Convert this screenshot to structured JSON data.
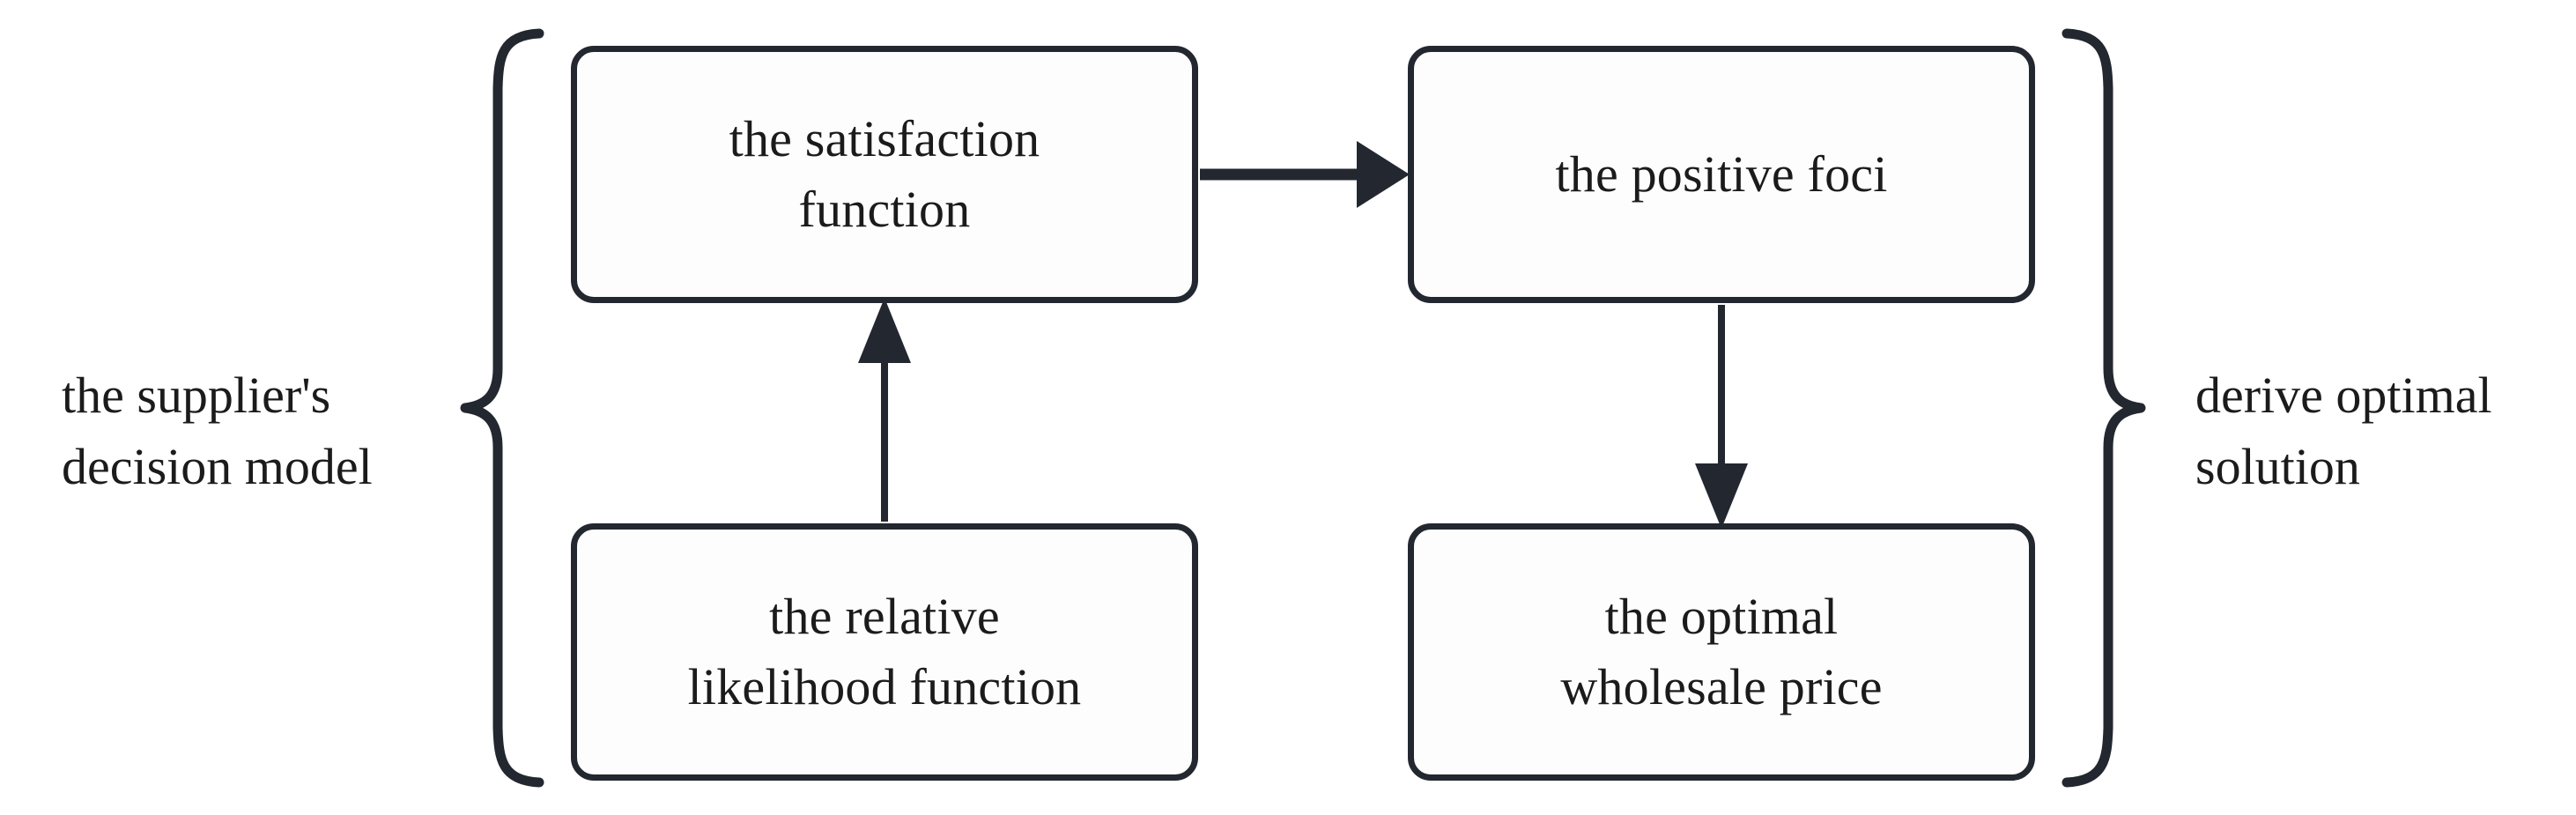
{
  "diagram": {
    "title": "supplier decision model flow diagram",
    "colors": {
      "background": "#ffffff",
      "box_fill": "#fdfdfd",
      "stroke": "#23272f",
      "text": "#1b1b1b"
    },
    "nodes": [
      {
        "id": "satisfaction-function",
        "lines": [
          "the satisfaction",
          "function"
        ]
      },
      {
        "id": "positive-foci",
        "lines": [
          "the positive foci"
        ]
      },
      {
        "id": "relative-likelihood-function",
        "lines": [
          "the relative",
          "likelihood function"
        ]
      },
      {
        "id": "optimal-wholesale-price",
        "lines": [
          "the optimal",
          "wholesale price"
        ]
      }
    ],
    "braces": {
      "left": {
        "glyph": "left-curly-brace",
        "label_lines": [
          "the supplier's",
          "decision model"
        ]
      },
      "right": {
        "glyph": "right-curly-brace",
        "label_lines": [
          "derive optimal",
          "solution"
        ]
      }
    },
    "connectors": [
      {
        "id": "satisfaction-to-foci",
        "direction": "right",
        "from": "satisfaction-function",
        "to": "positive-foci",
        "style": "thick-solid-filled-arrowhead"
      },
      {
        "id": "likelihood-to-satisfaction",
        "direction": "up",
        "from": "relative-likelihood-function",
        "to": "satisfaction-function",
        "style": "thin-solid-filled-arrowhead"
      },
      {
        "id": "foci-to-wholesale-price",
        "direction": "down",
        "from": "positive-foci",
        "to": "optimal-wholesale-price",
        "style": "thin-solid-filled-arrowhead"
      }
    ]
  }
}
